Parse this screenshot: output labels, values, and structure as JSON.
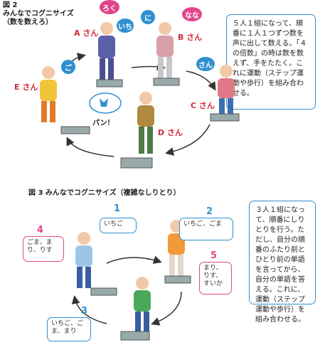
{
  "fig2": {
    "label": "図 2",
    "title_line1": "みんなでコグニサイズ",
    "title_line2": "（数を数えろ）",
    "names": {
      "a": "A さん",
      "b": "B さん",
      "c": "C さん",
      "d": "D さん",
      "e": "E さん"
    },
    "bubbles": {
      "roku": "ろく",
      "ichi": "いち",
      "ni": "に",
      "nana": "なな",
      "san": "さん",
      "go": "ご"
    },
    "clap": "パン！",
    "explanation": "５人１組になって、順番に１人１つずつ数を声に出して数える。「４の倍数」の時は数を数えず、手をたたく。これに運動（ステップ運動や歩行）を組み合わせる。"
  },
  "fig3": {
    "title": "図 3 みんなでコグニサイズ（複雑なしりとり）",
    "numbers": {
      "n1": "1",
      "n2": "2",
      "n3": "3",
      "n4": "4",
      "n5": "5"
    },
    "words": {
      "p1": "いちご",
      "p2": "いちご、ごま",
      "p3": "いちご、ごま、まり",
      "p4": "ごま、まり、りす",
      "p5": "まり、りす、すいか"
    },
    "explanation": "３人１組になって、順番にしりとりを行う。ただし、自分の順番のふたり前とひとり前の単語を言ってから、自分の単語を答える。これに、運動（ステップ運動や歩行）を組み合わせる。"
  },
  "colors": {
    "accent_blue": "#2f8fd0",
    "bubble_pink": "#e0458a",
    "name_red": "#d2283c"
  }
}
